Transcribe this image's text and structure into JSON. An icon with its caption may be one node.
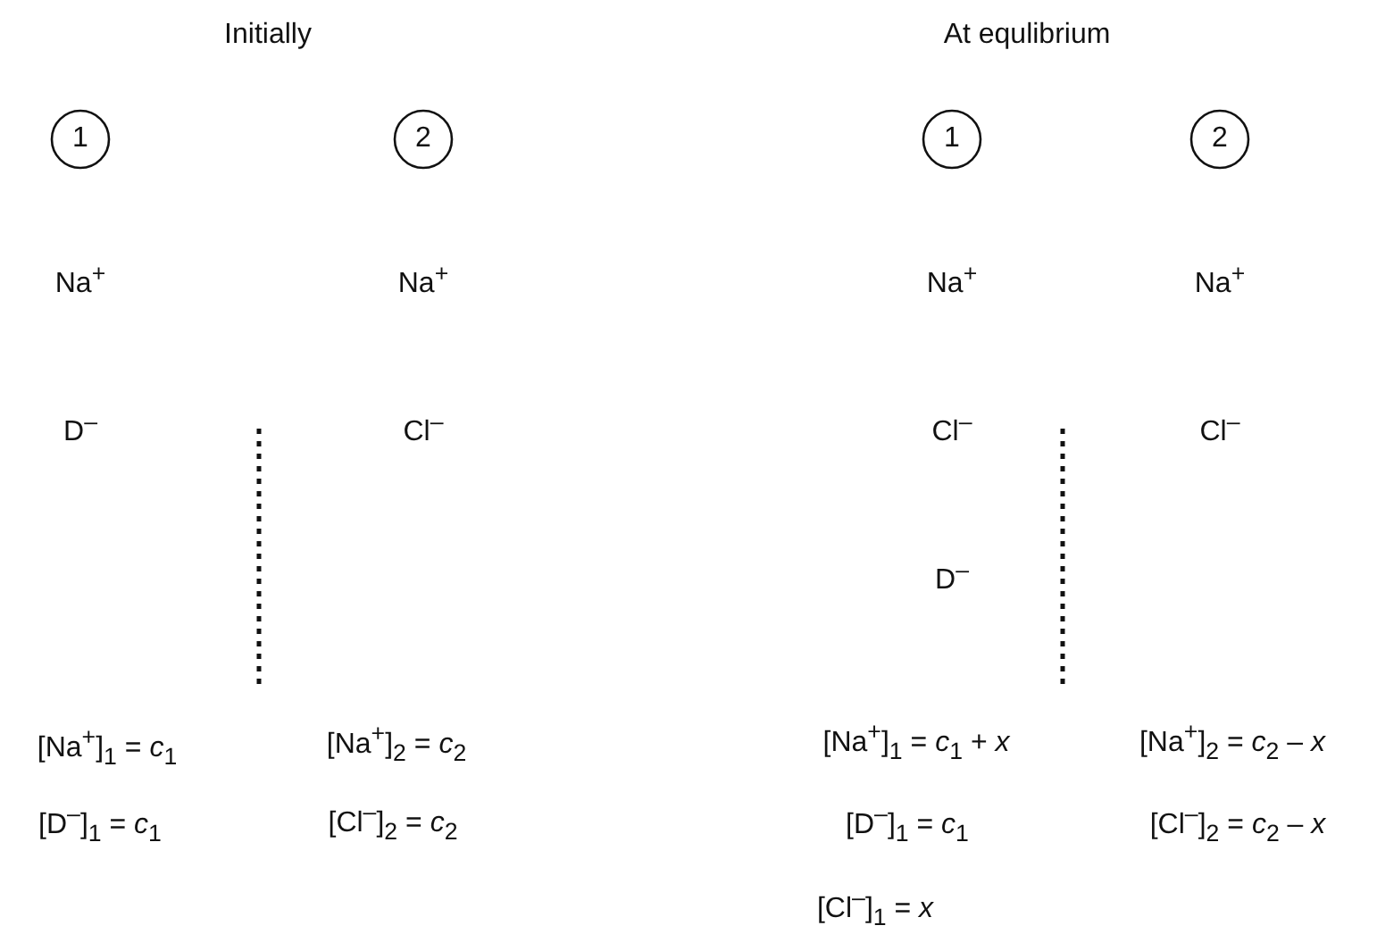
{
  "diagram": {
    "nodes": [
      {
        "text": [
          "1"
        ]
      },
      {
        "text": [
          "2"
        ]
      },
      {
        "text": [
          "1"
        ]
      },
      {
        "text": [
          "2"
        ]
      }
    ],
    "labels": [
      "Initially",
      "At equlibrium",
      "Na$^{+}$",
      "Na$^{+}$",
      "Na$^{+}$",
      "Na$^{+}$",
      "D$^{–}$",
      "Cl$^{–}$",
      "Cl$^{–}$",
      "Cl$^{–}$",
      "D$^{–}$",
      "[Na$^{+}$]$_{1}$ = *c*$_{1}$",
      "[Na$^{+}$]$_{2}$ = *c*$_{2}$",
      "[Na$^{+}$]$_{1}$ = *c*$_{1}$ + *x*",
      "[Na$^{+}$]$_{2}$ = *c*$_{2}$ – *x*",
      "[D$^{–}$]$_{1}$ = *c*$_{1}$",
      "[Cl$^{–}$]$_{2}$ = *c*$_{2}$",
      "[D$^{–}$]$_{1}$ = *c*$_{1}$",
      "[Cl$^{–}$]$_{2}$ = *c*$_{2}$ – *x*",
      "[Cl$^{–}$]$_{1}$ = *x*"
    ]
  }
}
